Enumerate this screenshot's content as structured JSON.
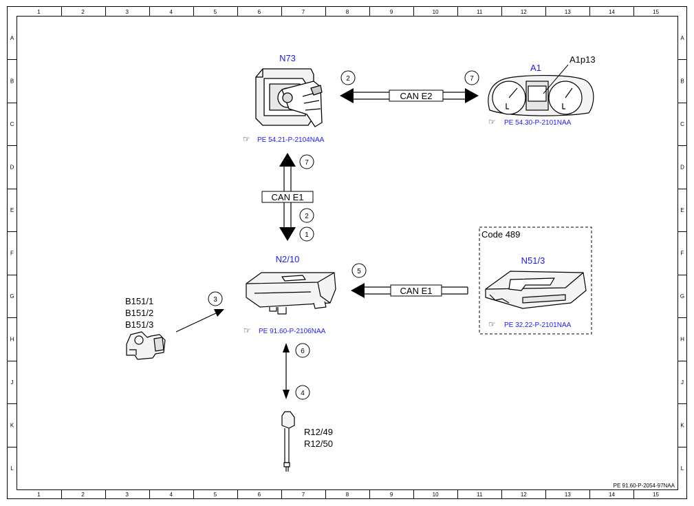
{
  "grid": {
    "columns": [
      "1",
      "2",
      "3",
      "4",
      "5",
      "6",
      "7",
      "8",
      "9",
      "10",
      "11",
      "12",
      "13",
      "14",
      "15"
    ],
    "rows": [
      "A",
      "B",
      "C",
      "D",
      "E",
      "F",
      "G",
      "H",
      "J",
      "K",
      "L"
    ]
  },
  "components": {
    "n73": {
      "label": "N73",
      "ref": "PE 54.21-P-2104NAA"
    },
    "a1": {
      "label": "A1",
      "sub": "A1p13",
      "ref": "PE 54.30-P-2101NAA"
    },
    "n2_10": {
      "label": "N2/10",
      "ref": "PE 91.60-P-2106NAA"
    },
    "n51_3": {
      "label": "N51/3",
      "ref": "PE 32.22-P-2101NAA",
      "code": "Code 489"
    },
    "b151": {
      "labels": [
        "B151/1",
        "B151/2",
        "B151/3"
      ]
    },
    "r12": {
      "labels": [
        "R12/49",
        "R12/50"
      ]
    }
  },
  "buses": {
    "can_e2": "CAN E2",
    "can_e1_vertical": "CAN E1",
    "can_e1_horizontal": "CAN E1"
  },
  "markers": {
    "m1": "1",
    "m2a": "2",
    "m2b": "2",
    "m3": "3",
    "m4": "4",
    "m5": "5",
    "m6": "6",
    "m7a": "7",
    "m7b": "7"
  },
  "doc_id": "PE 91.60-P-2054-97NAA",
  "colors": {
    "ref_blue": "#1a1aff",
    "line": "#000000"
  }
}
